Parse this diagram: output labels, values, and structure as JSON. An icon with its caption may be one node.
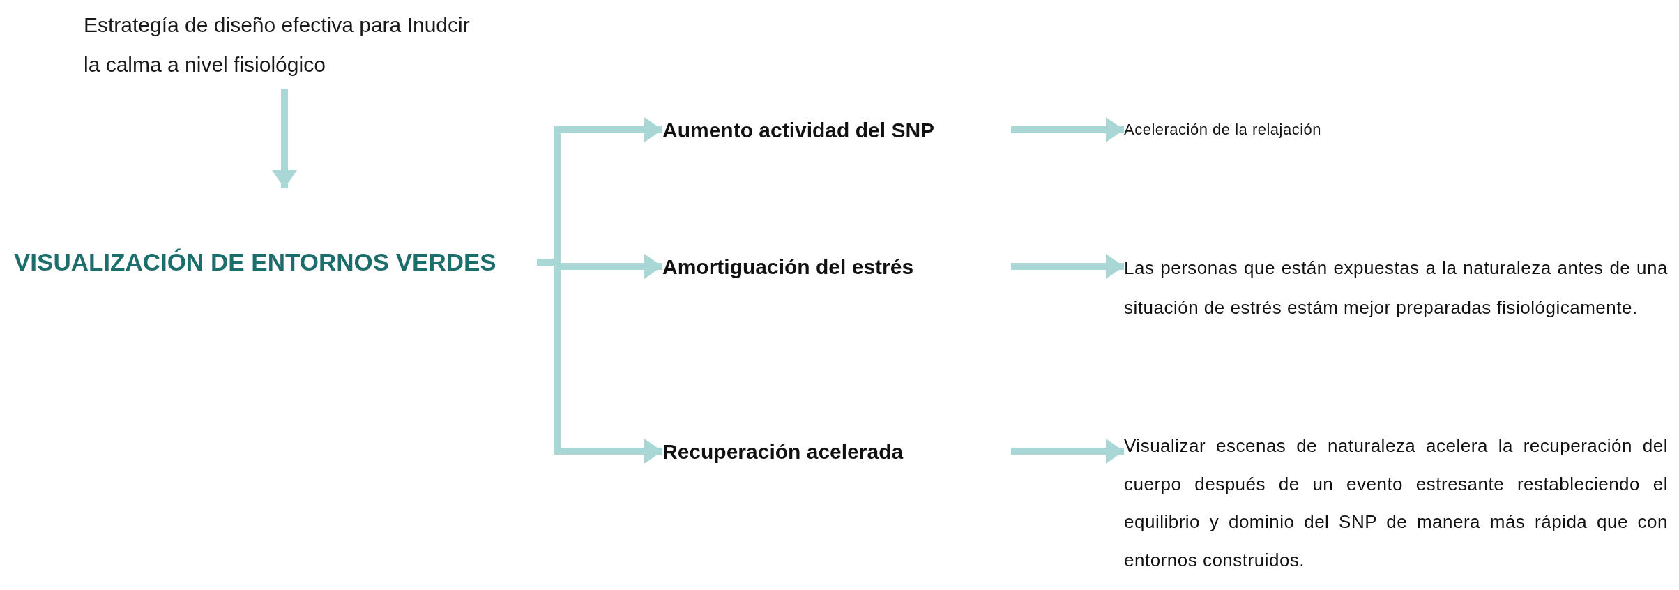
{
  "diagram": {
    "nodes": [
      {
        "text": [
          "Estrategía de diseño efectiva para Inudcir la calma a nivel fisiológico"
        ]
      },
      {
        "text": [
          "VISUALIZACIÓN DE ENTORNOS VERDES"
        ]
      },
      {
        "text": [
          "Aumento actividad del SNP"
        ]
      },
      {
        "text": [
          "Amortiguación del estrés"
        ]
      },
      {
        "text": [
          "Recuperación acelerada"
        ]
      },
      {
        "text": [
          "Aceleración de la relajación"
        ]
      },
      {
        "text": [
          "Las personas que están  expuestas a la naturaleza antes de una situación de estrés estám mejor preparadas fisiológicamente."
        ]
      },
      {
        "text": [
          "Visualizar escenas de naturaleza acelera la recuperación del cuerpo después de un evento estresante restableciendo el equilibrio y dominio del SNP de manera más rápida que con entornos construidos."
        ]
      }
    ],
    "edges": [
      {
        "from": 0,
        "to": 1,
        "arrow": "to"
      },
      {
        "from": 1,
        "to": 2,
        "arrow": "to"
      },
      {
        "from": 1,
        "to": 3,
        "arrow": "to"
      },
      {
        "from": 1,
        "to": 4,
        "arrow": "to"
      },
      {
        "from": 2,
        "to": 5,
        "arrow": "to"
      },
      {
        "from": 3,
        "to": 6,
        "arrow": "to"
      },
      {
        "from": 4,
        "to": 7,
        "arrow": "to"
      }
    ]
  }
}
